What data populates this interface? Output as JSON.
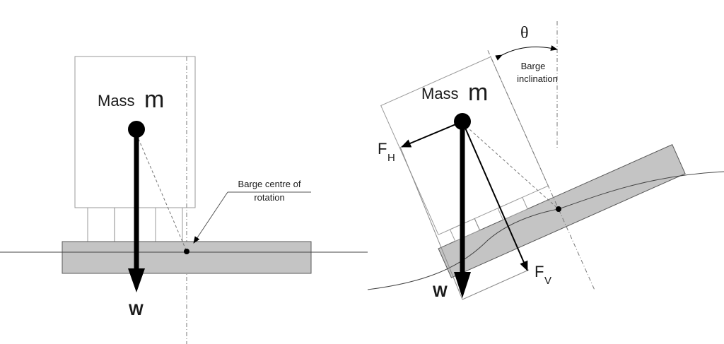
{
  "left_panel": {
    "mass_label": "Mass",
    "mass_symbol": "m",
    "weight_label": "W",
    "annotation_line1": "Barge centre of",
    "annotation_line2": "rotation"
  },
  "right_panel": {
    "mass_label": "Mass",
    "mass_symbol": "m",
    "weight_label": "W",
    "horizontal_force_label": "F",
    "horizontal_force_subscript": "H",
    "vertical_force_label": "F",
    "vertical_force_subscript": "V",
    "angle_symbol": "θ",
    "angle_label_line1": "Barge",
    "angle_label_line2": "inclination"
  },
  "colors": {
    "barge_fill": "#c4c4c4",
    "arrow": "#000000",
    "outline": "#9a9a9a"
  }
}
